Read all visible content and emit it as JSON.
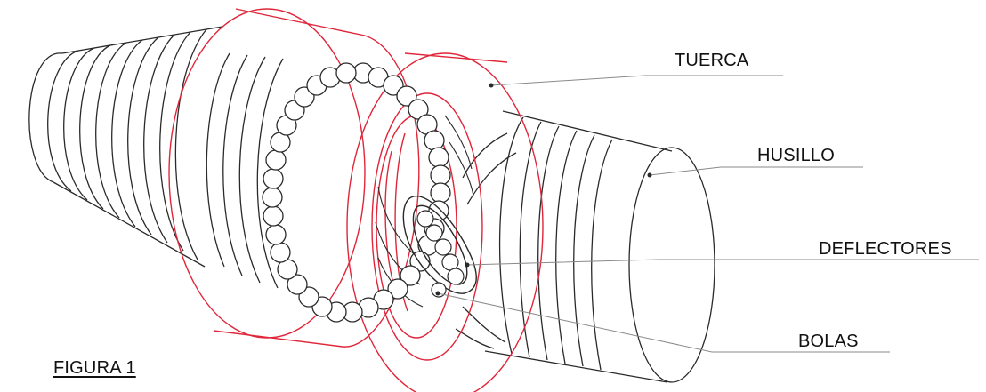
{
  "labels": {
    "tuerca": "TUERCA",
    "husillo": "HUSILLO",
    "deflectores": "DEFLECTORES",
    "bolas": "BOLAS"
  },
  "caption": "FIGURA 1",
  "colors": {
    "outline": "#2a2a2a",
    "nut": "#e0263a",
    "leader": "#8a8a8a"
  }
}
